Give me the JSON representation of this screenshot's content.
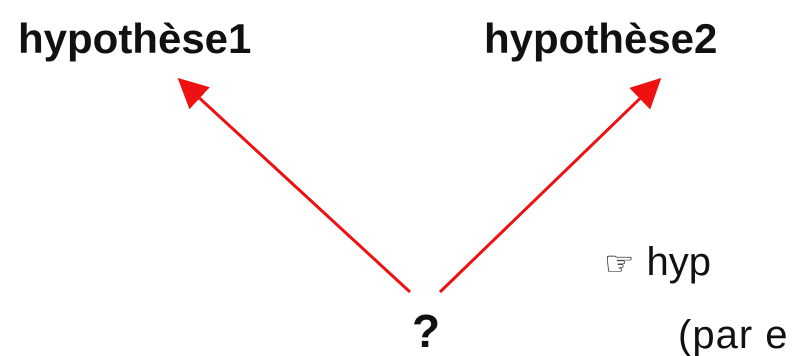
{
  "diagram": {
    "nodes": {
      "hypothesis1": "hypothèse1",
      "hypothesis2": "hypothèse2",
      "unknown": "?"
    },
    "arrows": [
      {
        "from": "unknown",
        "to": "hypothesis1",
        "color": "#ee1111"
      },
      {
        "from": "unknown",
        "to": "hypothesis2",
        "color": "#ee1111"
      }
    ],
    "note": {
      "icon": "pointing-hand-icon",
      "line1": "hyp",
      "line2": "(par e"
    }
  }
}
